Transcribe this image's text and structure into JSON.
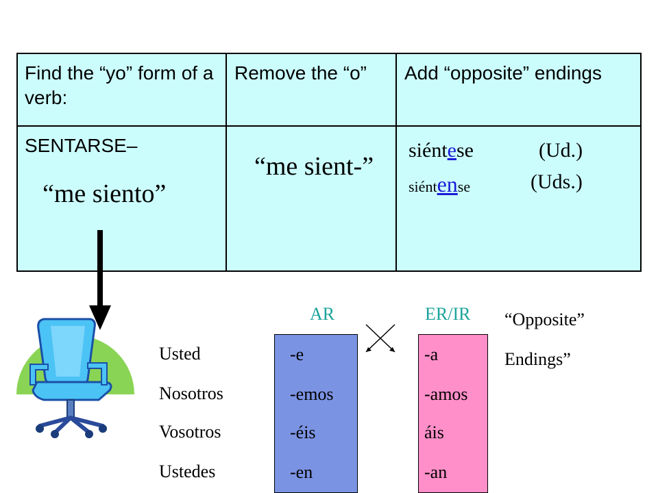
{
  "table": {
    "headers": [
      "Find the “yo” form of a verb:",
      "Remove the “o”",
      "Add “opposite” endings"
    ],
    "verb_label": "SENTARSE–",
    "yo_form": "“me siento”",
    "stem": "“me sient-”",
    "row1": {
      "stem": "siént",
      "ending": "e",
      "suffix": "se",
      "person": "(Ud.)"
    },
    "row2": {
      "stem": "siént",
      "ending": "en",
      "suffix": "se",
      "person": "(Uds.)"
    }
  },
  "endings": {
    "ar_label": "AR",
    "erir_label": "ER/IR",
    "pronouns": [
      "Usted",
      "Nosotros",
      "Vosotros",
      "Ustedes"
    ],
    "ar": [
      "-e",
      "-emos",
      "-éis",
      "-en"
    ],
    "erir": [
      "-a",
      "-amos",
      "áis",
      "-an"
    ],
    "note_line1": "“Opposite”",
    "note_line2": "Endings”"
  },
  "colors": {
    "table_bg": "#ccfdfd",
    "ar_box": "#7b93e3",
    "erir_box": "#ff8fc8",
    "label_teal": "#1aa39a",
    "accent_blue": "#1a1ad6"
  },
  "icons": [
    "office-chair-icon",
    "down-arrow-icon",
    "cross-arrows-icon"
  ]
}
